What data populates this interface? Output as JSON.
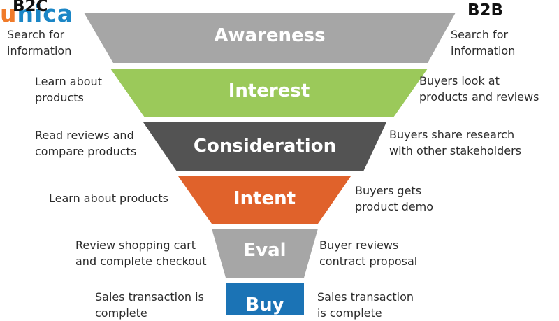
{
  "headers": {
    "left": "B2C",
    "right": "B2B"
  },
  "logo": {
    "first": "u",
    "rest": "nica"
  },
  "stages": [
    {
      "label": "Awareness",
      "color": "#a6a6a6",
      "b2c": "Search for\ninformation",
      "b2b": "Search for\ninformation"
    },
    {
      "label": "Interest",
      "color": "#9bc95a",
      "b2c": "Learn about\nproducts",
      "b2b": "Buyers look at\nproducts and reviews"
    },
    {
      "label": "Consideration",
      "color": "#535353",
      "b2c": "Read reviews and\ncompare products",
      "b2b": "Buyers share research\nwith other stakeholders"
    },
    {
      "label": "Intent",
      "color": "#e0622b",
      "b2c": "Learn about products",
      "b2b": "Buyers gets\nproduct demo"
    },
    {
      "label": "Eval",
      "color": "#a6a6a6",
      "b2c": "Review shopping cart\nand complete checkout",
      "b2b": "Buyer reviews\ncontract proposal"
    },
    {
      "label": "Buy",
      "color": "#1b73b5",
      "b2c": "Sales transaction is\ncomplete",
      "b2b": "Sales transaction\nis complete"
    }
  ]
}
